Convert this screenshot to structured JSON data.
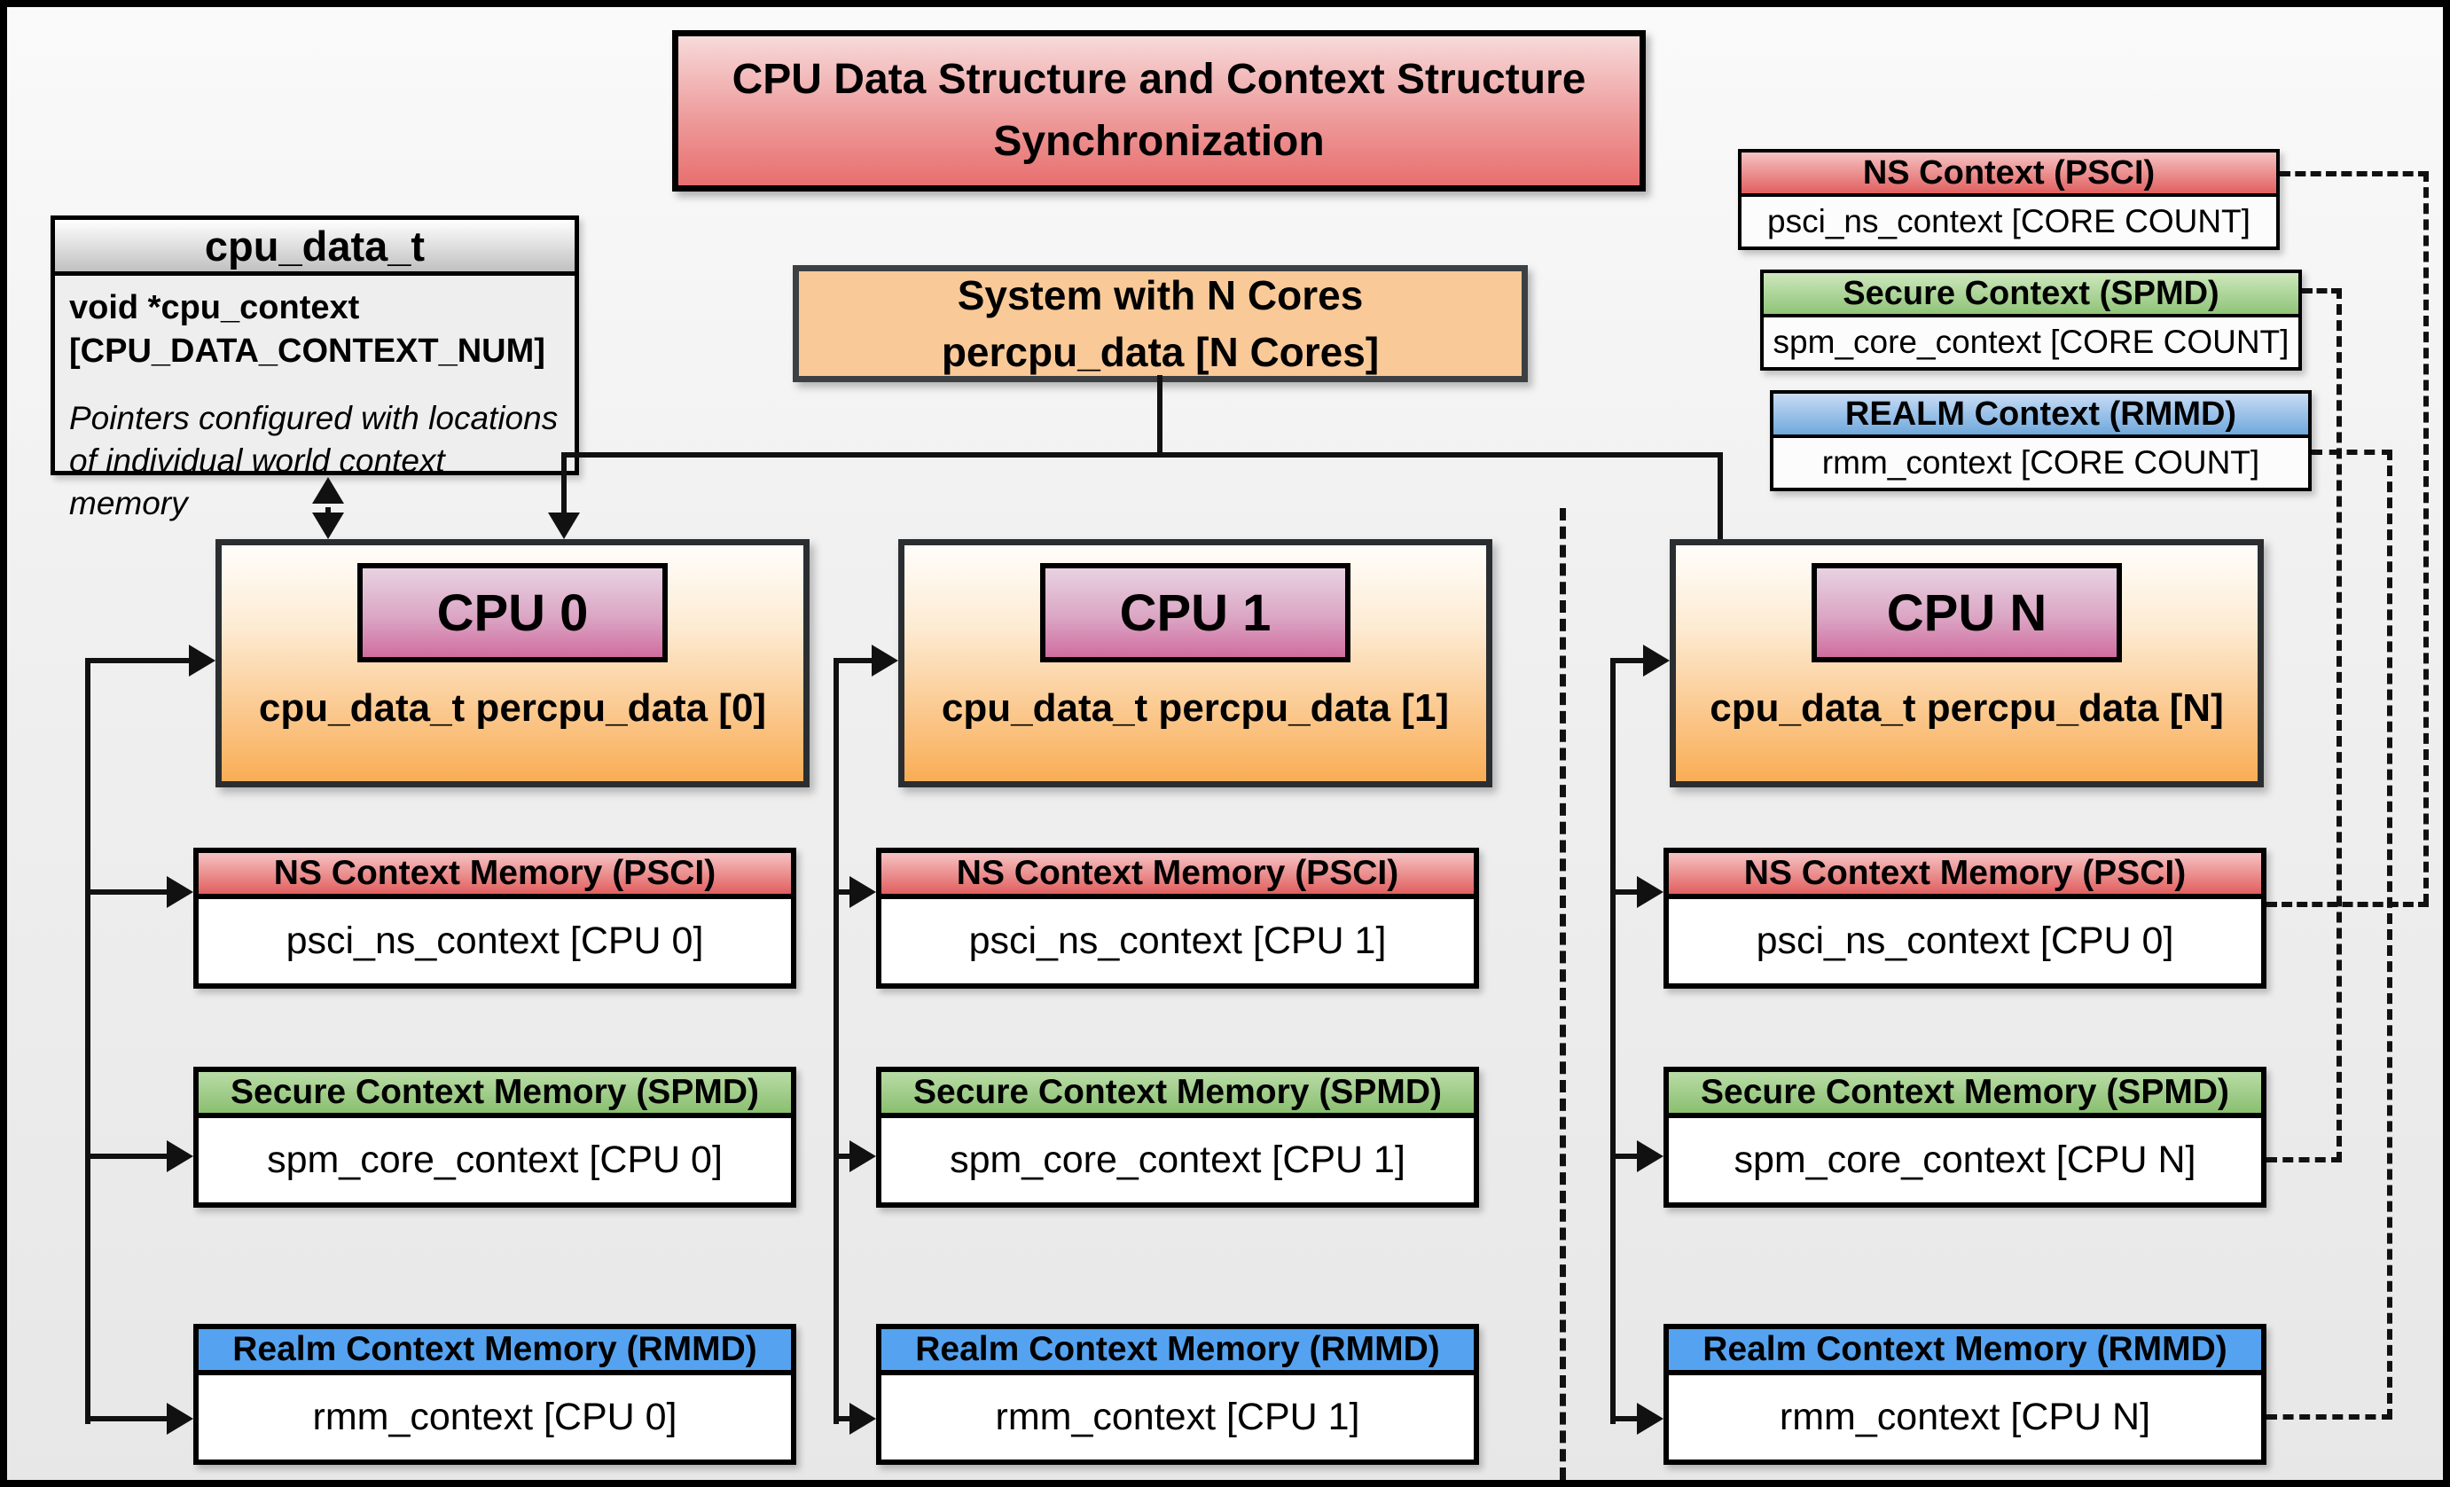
{
  "title": {
    "line1": "CPU Data Structure and Context Structure",
    "line2": "Synchronization"
  },
  "struct_box": {
    "header": "cpu_data_t",
    "field": "void  *cpu_context [CPU_DATA_CONTEXT_NUM]",
    "note": "Pointers configured with locations of individual world context memory"
  },
  "system_box": {
    "line1": "System with N Cores",
    "line2": "percpu_data [N Cores]"
  },
  "legend": [
    {
      "header": "NS Context  (PSCI)",
      "body": "psci_ns_context [CORE COUNT]"
    },
    {
      "header": "Secure Context (SPMD)",
      "body": "spm_core_context [CORE COUNT]"
    },
    {
      "header": "REALM Context (RMMD)",
      "body": "rmm_context [CORE COUNT]"
    }
  ],
  "columns": [
    {
      "cpu": "CPU 0",
      "sub": "cpu_data_t percpu_data [0]",
      "memories": [
        {
          "header": "NS Context Memory (PSCI)",
          "body": "psci_ns_context [CPU 0]"
        },
        {
          "header": "Secure Context Memory (SPMD)",
          "body": "spm_core_context [CPU 0]"
        },
        {
          "header": "Realm Context Memory (RMMD)",
          "body": "rmm_context [CPU 0]"
        }
      ]
    },
    {
      "cpu": "CPU 1",
      "sub": "cpu_data_t percpu_data [1]",
      "memories": [
        {
          "header": "NS Context Memory (PSCI)",
          "body": "psci_ns_context [CPU 1]"
        },
        {
          "header": "Secure Context Memory (SPMD)",
          "body": "spm_core_context [CPU 1]"
        },
        {
          "header": "Realm Context Memory (RMMD)",
          "body": "rmm_context [CPU 1]"
        }
      ]
    },
    {
      "cpu": "CPU N",
      "sub": "cpu_data_t percpu_data [N]",
      "memories": [
        {
          "header": "NS Context Memory (PSCI)",
          "body": "psci_ns_context [CPU 0]"
        },
        {
          "header": "Secure Context Memory (SPMD)",
          "body": "spm_core_context [CPU N]"
        },
        {
          "header": "Realm Context Memory (RMMD)",
          "body": "rmm_context [CPU N]"
        }
      ]
    }
  ],
  "colors": {
    "title_red": "#e86f6f",
    "ns_red": "#e06666",
    "secure_green": "#93c47d",
    "realm_blue": "#6fa8dc",
    "system_orange": "#f9cb9c",
    "cpu_orange": "#f9ad55",
    "cpu_pink": "#d06da0"
  }
}
